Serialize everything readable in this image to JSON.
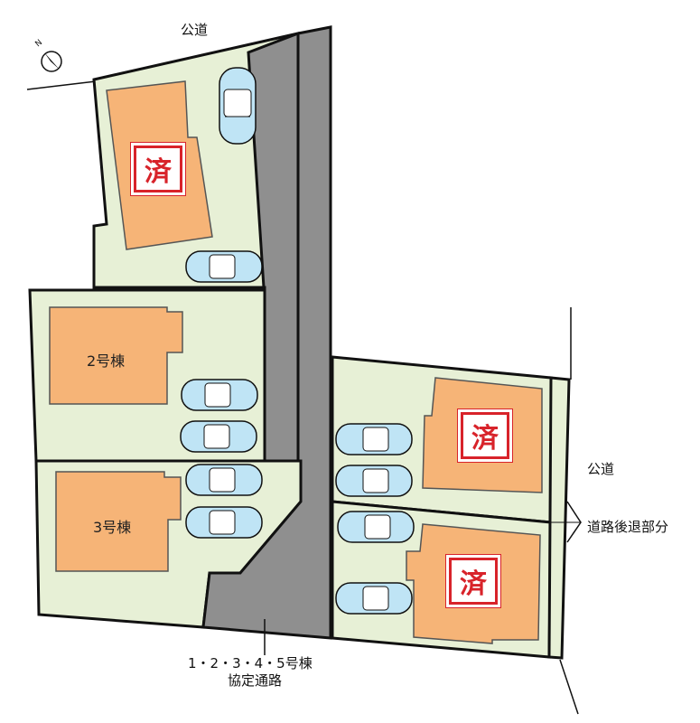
{
  "labels": {
    "public_road_top": "公道",
    "public_road_right": "公道",
    "setback": "道路後退部分",
    "passage_line1": "1・2・3・4・5号棟",
    "passage_line2": "協定通路"
  },
  "buildings": {
    "b1_badge": "済",
    "b2": "2号棟",
    "b3": "3号棟",
    "b4_badge": "済",
    "b5_badge": "済"
  },
  "colors": {
    "lot": "#e7f0d6",
    "building": "#f6b477",
    "road": "#8f8f8f",
    "outline": "#111111",
    "badge": "#d8232a",
    "car": "#bfe4f5"
  },
  "icons": {
    "compass": "north-arrow-icon",
    "car": "car-icon"
  }
}
